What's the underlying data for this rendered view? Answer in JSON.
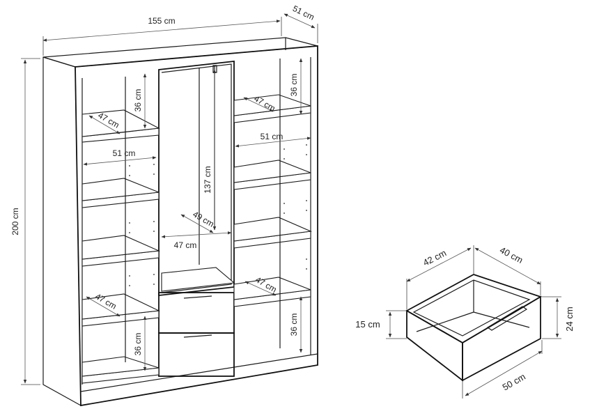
{
  "wardrobe": {
    "width": "155 cm",
    "depth": "51 cm",
    "height": "200 cm",
    "shelf_height_left_top": "36 cm",
    "shelf_depth_left_top": "47 cm",
    "inner_width_left": "51 cm",
    "hanging_height": "137 cm",
    "hanging_depth": "49 cm",
    "hanging_width": "47 cm",
    "shelf_height_right_top": "36 cm",
    "shelf_depth_right_top": "47 cm",
    "inner_width_right": "51 cm",
    "shelf_depth_right_bottom": "47 cm",
    "shelf_depth_left_bottom": "47 cm",
    "shelf_height_left_bottom": "36 cm",
    "shelf_height_right_bottom": "36 cm"
  },
  "drawer": {
    "inner_width": "42 cm",
    "depth": "40 cm",
    "inner_height": "15 cm",
    "outer_height": "24 cm",
    "front_width": "50 cm"
  }
}
